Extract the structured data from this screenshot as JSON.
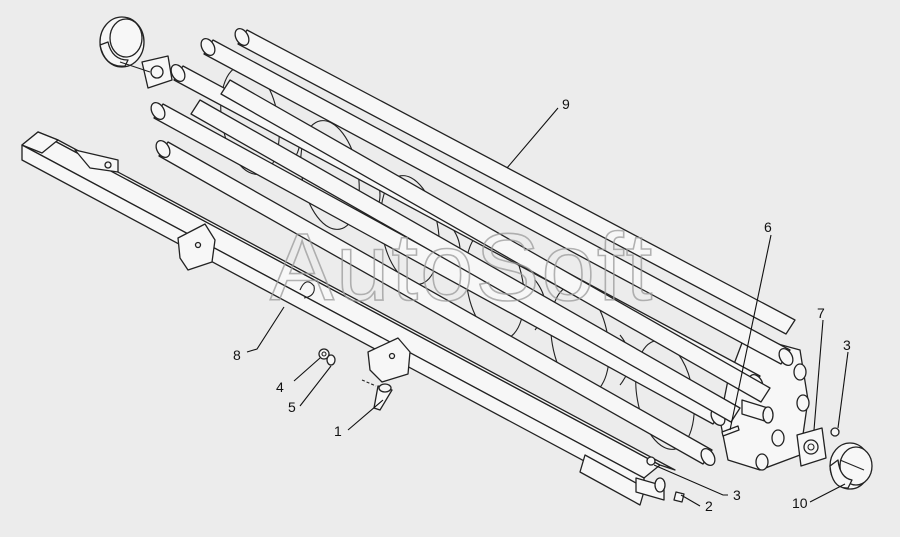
{
  "watermark": "AutoSoft",
  "callouts": [
    {
      "id": "c1",
      "label": "1"
    },
    {
      "id": "c2",
      "label": "2"
    },
    {
      "id": "c3a",
      "label": "3"
    },
    {
      "id": "c3b",
      "label": "3"
    },
    {
      "id": "c4",
      "label": "4"
    },
    {
      "id": "c5",
      "label": "5"
    },
    {
      "id": "c6",
      "label": "6"
    },
    {
      "id": "c7",
      "label": "7"
    },
    {
      "id": "c8",
      "label": "8"
    },
    {
      "id": "c9",
      "label": "9"
    },
    {
      "id": "c10",
      "label": "10"
    }
  ],
  "colors": {
    "line": "#222222",
    "paper": "#ececec",
    "watermark": "#9a9a9a"
  }
}
